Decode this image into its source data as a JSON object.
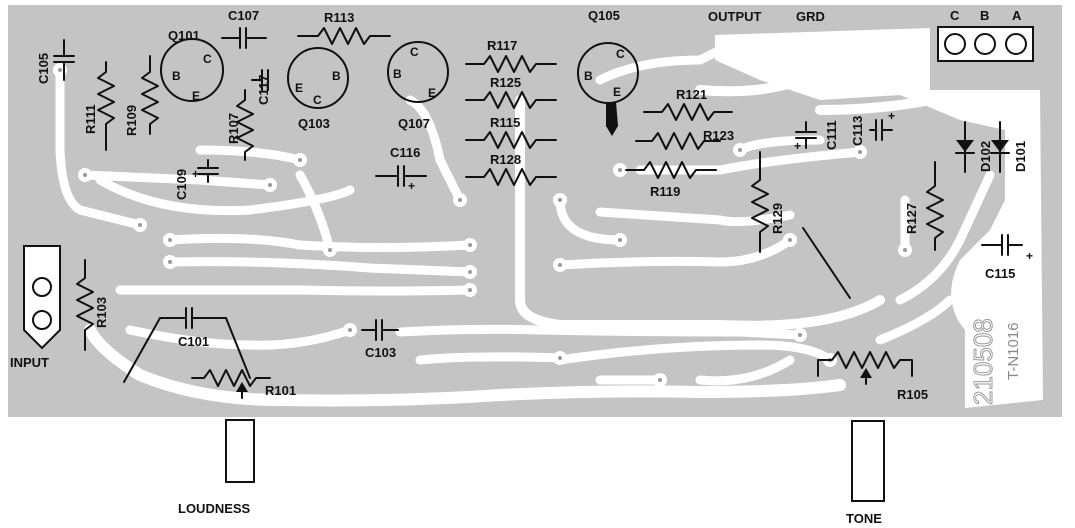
{
  "board": {
    "background_color": "#c4c4c4",
    "trace_color": "#ffffff",
    "ink_color": "#111111",
    "part_number": "210508",
    "board_code": "T-N1016"
  },
  "connector": {
    "pins": [
      "C",
      "B",
      "A"
    ],
    "output_label": "OUTPUT",
    "ground_label": "GRD"
  },
  "input_label": "INPUT",
  "controls": {
    "loudness": "LOUDNESS",
    "tone": "TONE"
  },
  "transistors": [
    {
      "ref": "Q101",
      "c": "C",
      "b": "B",
      "e": "E"
    },
    {
      "ref": "Q103",
      "c": "C",
      "b": "B",
      "e": "E"
    },
    {
      "ref": "Q107",
      "c": "C",
      "b": "B",
      "e": "E"
    },
    {
      "ref": "Q105",
      "c": "C",
      "b": "B",
      "e": "E"
    }
  ],
  "resistors": [
    "R111",
    "R109",
    "R107",
    "R113",
    "R117",
    "R125",
    "R115",
    "R128",
    "R121",
    "R123",
    "R119",
    "R129",
    "R127",
    "R103",
    "R101",
    "R105"
  ],
  "capacitors": [
    "C105",
    "C107",
    "C117",
    "C109",
    "C116",
    "C111",
    "C113",
    "C115",
    "C101",
    "C103"
  ],
  "diodes": [
    "D102",
    "D101"
  ]
}
